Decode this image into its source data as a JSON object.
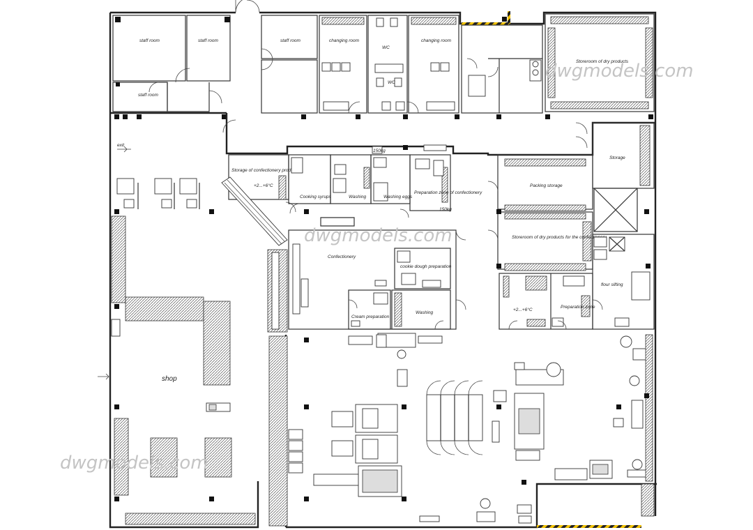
{
  "rooms": {
    "staff_room_1": "staff room",
    "staff_room_2": "staff room",
    "staff_room_3": "staff room",
    "staff_room_4": "staff room",
    "changing_room_1": "changing room",
    "changing_room_2": "changing room",
    "wc_1": "WC",
    "wc_2": "WC",
    "storeroom_dry": "Storeroom of dry products",
    "storage": "Storage",
    "storage_confectionery": "Storage of confectionery products",
    "temp_1": "+2...+6°C",
    "temp_2": "+2...+6°C",
    "cooking_syrups": "Cooking syrups",
    "washing_1": "Washing",
    "washing_eggs": "Washing eggs",
    "prep_zone_conf": "Preparation zone of confectionery",
    "packing_storage": "Packing storage",
    "storeroom_dry_conf": "Storeroom of dry products for the confectionery",
    "confectionery": "Confectionery",
    "cookie_dough": "cookie dough preparation",
    "cream_prep": "Cream preparation",
    "washing_2": "Washing",
    "prep_zone": "Preparation zone",
    "flour_sifting": "flour sifting",
    "shop": "shop",
    "exit": "exit",
    "scale_1": "150kg",
    "scale_2": "150kg"
  },
  "watermark": "dwgmodels.com"
}
